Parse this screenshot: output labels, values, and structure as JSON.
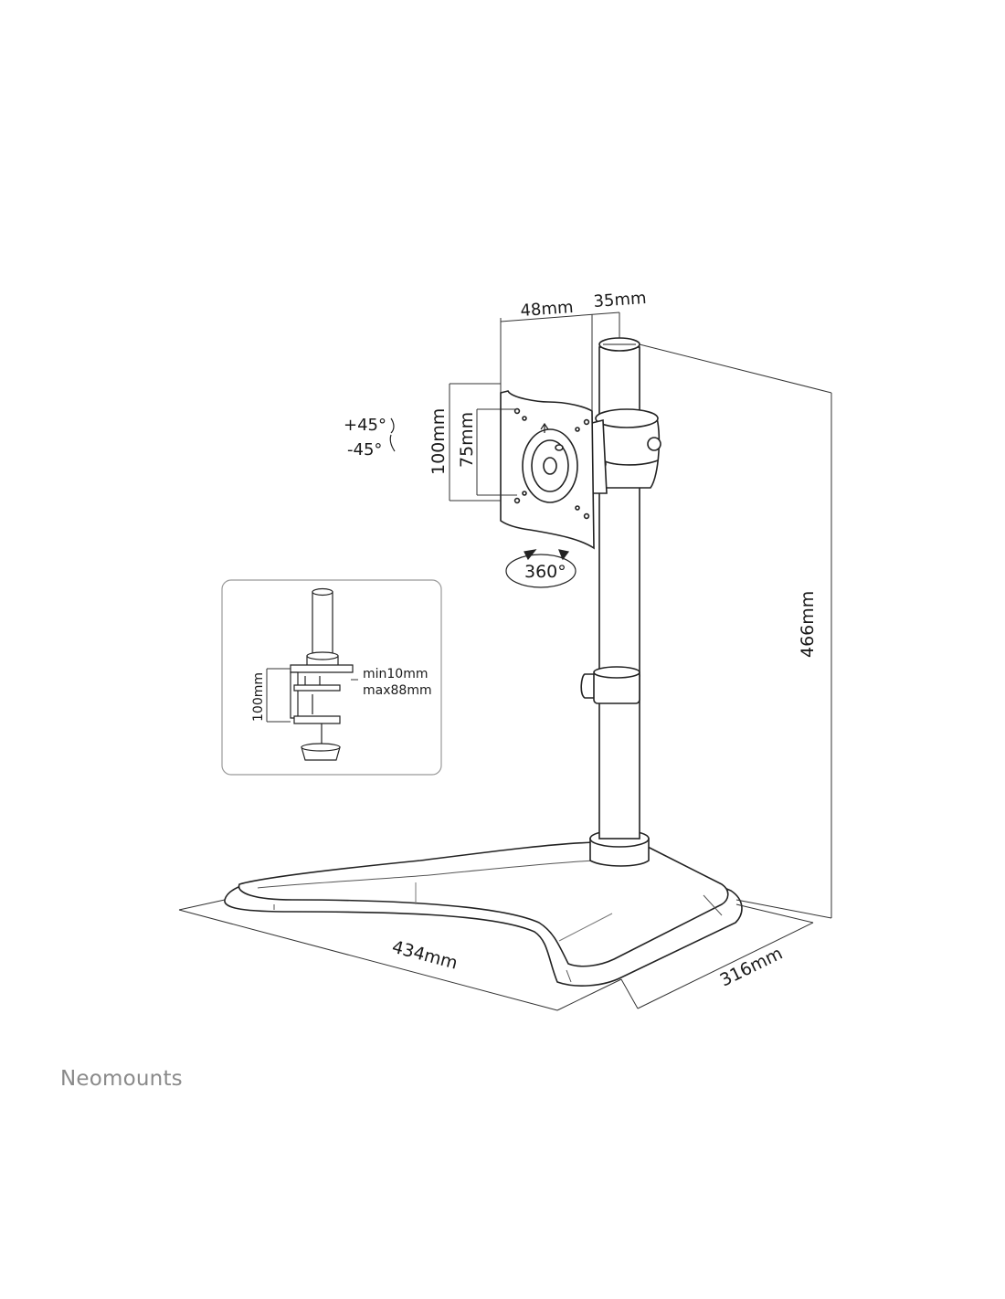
{
  "dimensions": {
    "plate_offset": "48mm",
    "pole_diameter": "35mm",
    "vesa_outer": "100mm",
    "vesa_inner": "75mm",
    "height": "466mm",
    "base_width": "434mm",
    "base_depth": "316mm"
  },
  "rotation": {
    "tilt_up": "+45°",
    "tilt_down": "-45°",
    "swivel": "360°"
  },
  "inset": {
    "clamp_height": "100mm",
    "min_thickness": "min10mm",
    "max_thickness": "max88mm"
  },
  "brand": {
    "name": "Neomounts",
    "color": "#8a8a8a"
  }
}
